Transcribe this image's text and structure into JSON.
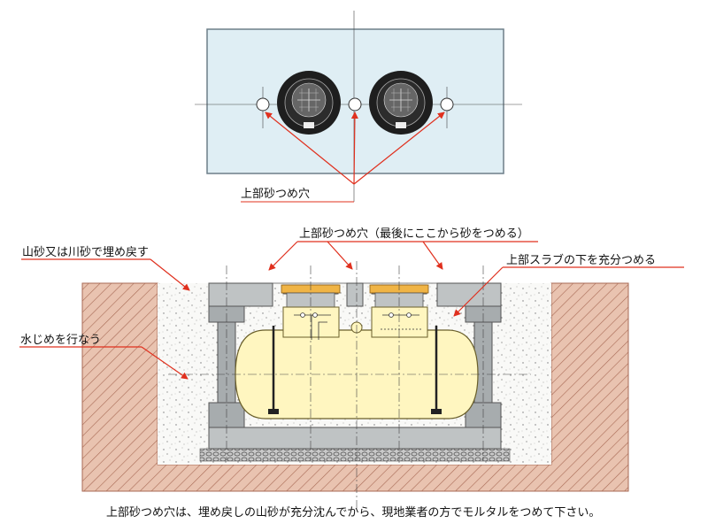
{
  "labels": {
    "top_holes": "上部砂つめ穴",
    "holes_last": "上部砂つめ穴（最後にここから砂をつめる）",
    "backfill": "山砂又は川砂で埋め戻す",
    "slab_fill": "上部スラブの下を充分つめる",
    "water": "水じめを行なう"
  },
  "caption": "上部砂つめ穴は、埋め戻しの山砂が充分沈んでから、現地業者の方でモルタルをつめて下さい。",
  "colors": {
    "accent": "#e0301e",
    "slab_plan": "#dfeef4",
    "tank": "#fff6c0",
    "soil": "#e9c3b0",
    "concrete": "#bfc3c4",
    "cap": "#f0b445"
  }
}
